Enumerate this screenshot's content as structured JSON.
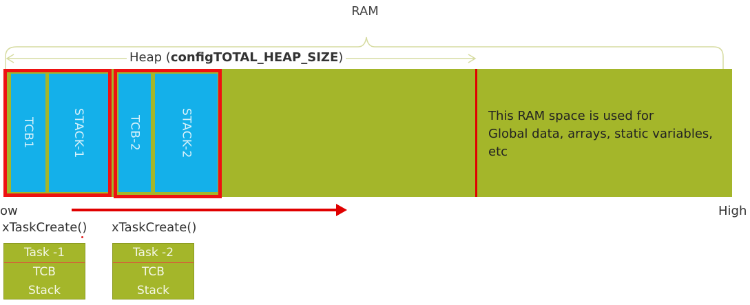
{
  "ram_label": "RAM",
  "heap_label": {
    "prefix": "Heap (",
    "bold": "configTOTAL_HEAP_SIZE",
    "suffix": ")"
  },
  "blocks": {
    "tcb1": "TCB1",
    "stack1": "STACK-1",
    "tcb2": "TCB-2",
    "stack2": "STACK-2"
  },
  "info_lines": [
    "This RAM space is used for",
    "Global data, arrays, static variables,",
    "etc"
  ],
  "low_label": "ow",
  "high_label": "High",
  "calls": [
    "xTaskCreate()",
    "xTaskCreate()"
  ],
  "task_boxes": [
    {
      "title": "Task -1",
      "tcb": "TCB",
      "stack": "Stack"
    },
    {
      "title": "Task -2",
      "tcb": "TCB",
      "stack": "Stack"
    }
  ],
  "colors": {
    "ram": "#a4b62a",
    "block": "#14b0ea",
    "highlight": "#ee1111"
  }
}
